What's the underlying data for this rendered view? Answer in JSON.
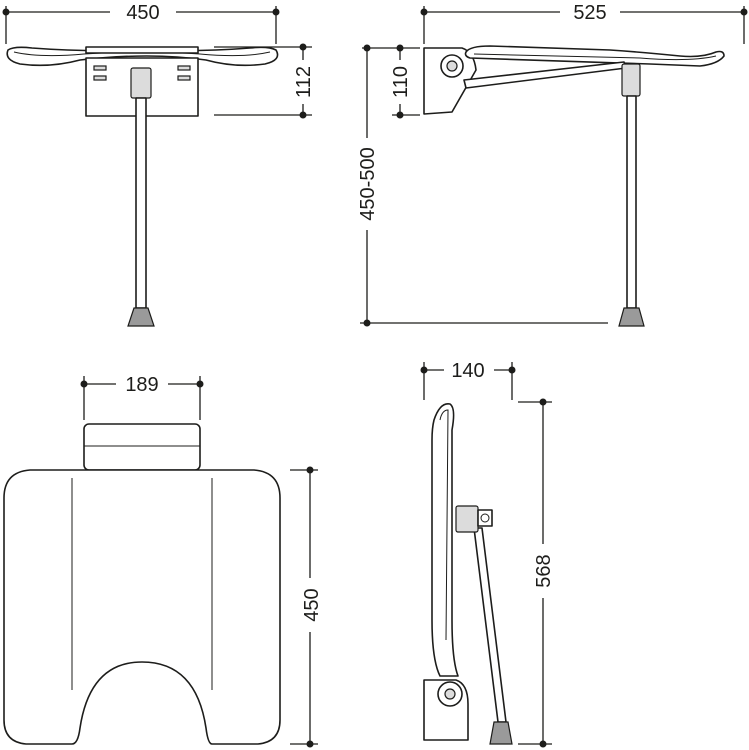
{
  "dimensions": {
    "front_width": "450",
    "front_height": "112",
    "side_depth": "525",
    "side_top": "110",
    "side_height": "450-500",
    "top_back": "189",
    "top_depth": "450",
    "folded_depth": "140",
    "folded_height": "568"
  }
}
